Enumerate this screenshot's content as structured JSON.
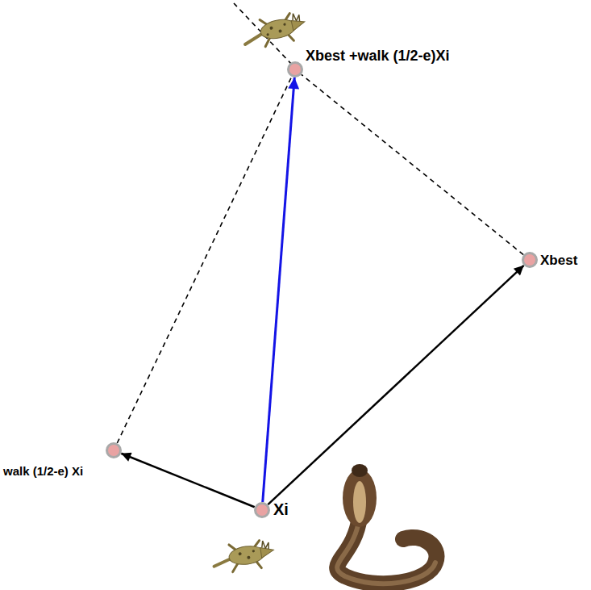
{
  "diagram": {
    "nodes": [
      {
        "text": [
          "Xi"
        ]
      },
      {
        "text": [
          "Xbest"
        ]
      },
      {
        "text": [
          "walk (1/2-e) Xi"
        ]
      },
      {
        "text": [
          "Xbest +walk (1/2-e)Xi"
        ]
      }
    ],
    "edges": [
      {
        "from": 0,
        "to": 2,
        "arrow": "to"
      },
      {
        "from": 0,
        "to": 1,
        "arrow": "to"
      },
      {
        "from": 0,
        "to": 3,
        "arrow": "to"
      },
      {
        "from": 2,
        "to": 3,
        "arrow": "none"
      },
      {
        "from": 1,
        "to": 3,
        "arrow": "none"
      }
    ]
  }
}
